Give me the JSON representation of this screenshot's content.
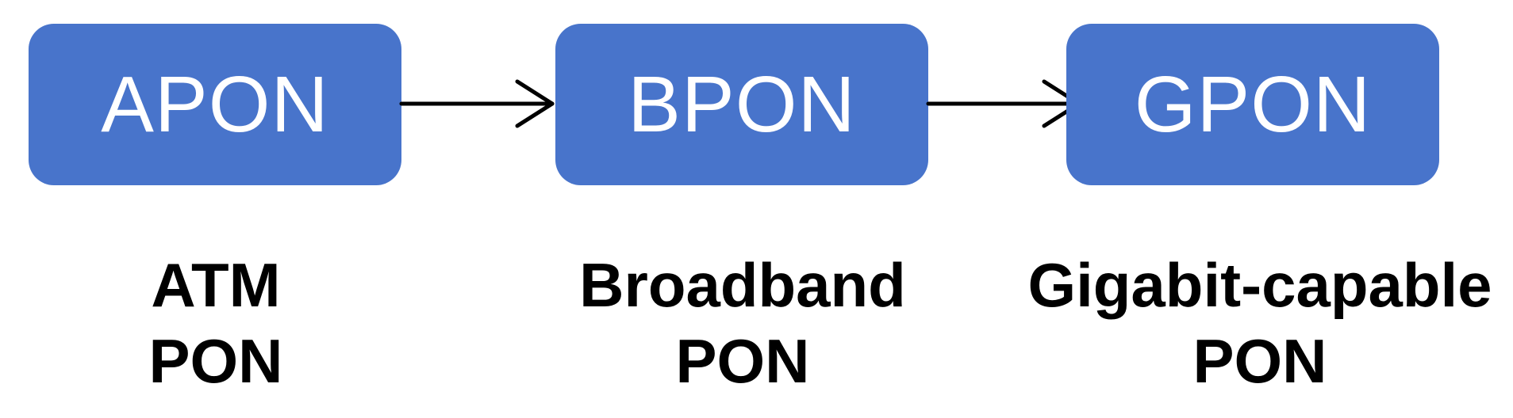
{
  "diagram": {
    "nodes": [
      {
        "label": "APON",
        "caption_line1": "ATM",
        "caption_line2": "PON"
      },
      {
        "label": "BPON",
        "caption_line1": "Broadband",
        "caption_line2": "PON"
      },
      {
        "label": "GPON",
        "caption_line1": "Gigabit-capable",
        "caption_line2": "PON"
      }
    ],
    "edges": [
      {
        "from": "APON",
        "to": "BPON"
      },
      {
        "from": "BPON",
        "to": "GPON"
      }
    ],
    "colors": {
      "node_fill": "#4874cb",
      "node_text": "#ffffff",
      "arrow": "#000000",
      "caption_text": "#000000"
    }
  }
}
